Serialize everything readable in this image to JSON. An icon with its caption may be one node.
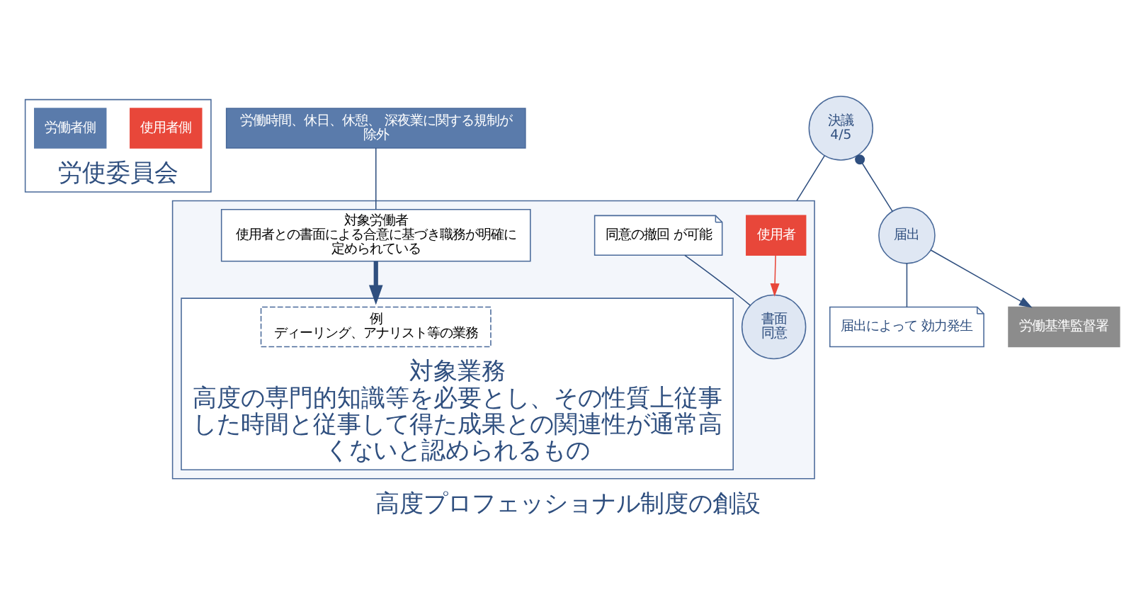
{
  "diagram": {
    "title": "高度プロフェッショナル制度の創設",
    "nodes": [
      {
        "text": [
          "労使委員会"
        ]
      },
      {
        "text": [
          "使用者側"
        ],
        "in": 0
      },
      {
        "text": [
          "労働者側"
        ],
        "in": 0
      },
      {
        "text": [
          "決議",
          "4/5"
        ]
      },
      {
        "text": [
          "届出"
        ]
      },
      {
        "text": [
          "届出によって 効力発生"
        ]
      },
      {
        "text": [
          "労働基準監督署"
        ]
      },
      {
        "text": [],
        "shape": "box"
      },
      {
        "text": [
          "使用者"
        ],
        "in": 7
      },
      {
        "text": [
          "書面",
          "同意"
        ],
        "in": 7
      },
      {
        "text": [
          "同意の撤回 が可能"
        ],
        "in": 7
      },
      {
        "text": [
          "対象労働者",
          "使用者との書面による合意に基づき職務が明確に定められている"
        ],
        "in": 7
      },
      {
        "text": [
          "労働時間、休日、休憩、 深夜業に関する規制が除外"
        ]
      },
      {
        "text": [
          "対象業務",
          "高度の専門的知識等を必要とし、その性質上従事した時間と従事して得た成果との関連性が通常高くないと認められるもの"
        ],
        "in": 7
      },
      {
        "text": [
          "例",
          "ディーリング、アナリスト等の業務"
        ],
        "in": 13
      }
    ],
    "edges": [
      {
        "from": 3,
        "to": 4,
        "arrow": "other"
      },
      {
        "from": 4,
        "to": 6,
        "arrow": "to"
      },
      {
        "from": 4,
        "to": 5,
        "arrow": "none"
      },
      {
        "from": 3,
        "to": 7,
        "arrow": "none"
      },
      {
        "from": 8,
        "to": 9,
        "arrow": "to",
        "color": "#e8473a"
      },
      {
        "from": 10,
        "to": 9,
        "arrow": "none"
      },
      {
        "from": 12,
        "to": 11,
        "arrow": "none"
      },
      {
        "from": 11,
        "to": 13,
        "arrow": "to",
        "style": "thick"
      }
    ]
  }
}
